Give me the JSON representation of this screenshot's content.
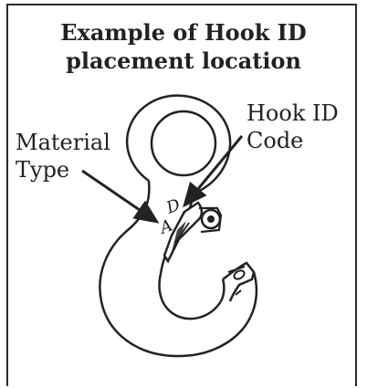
{
  "title_lines": [
    "Example of Hook ID",
    "placement location"
  ],
  "labels": {
    "material_type": [
      "Material",
      "Type"
    ],
    "hook_id_code": [
      "Hook ID",
      "Code"
    ]
  },
  "hook_markings": {
    "id_letter": "D",
    "material_letter": "A"
  },
  "colors": {
    "ink": "#222222",
    "background": "#ffffff"
  }
}
